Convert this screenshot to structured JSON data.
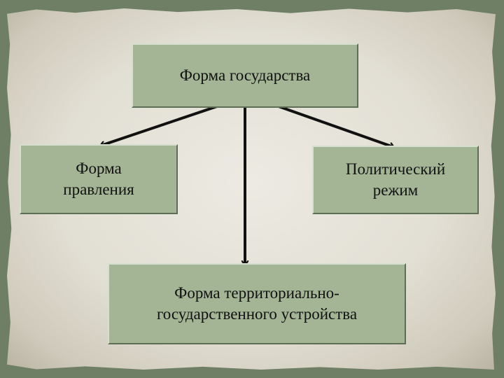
{
  "diagram": {
    "top": {
      "text": "Форма государства"
    },
    "left": {
      "lines": [
        "Форма",
        "правления"
      ]
    },
    "right": {
      "lines": [
        "Политический",
        "режим"
      ]
    },
    "bottom": {
      "lines": [
        "Форма территориально-",
        "государственного устройства"
      ]
    }
  },
  "colors": {
    "box_fill": "#a3b595",
    "arrow": "#111111",
    "paper": "#e2dfd4",
    "background": "#6f7f66"
  }
}
